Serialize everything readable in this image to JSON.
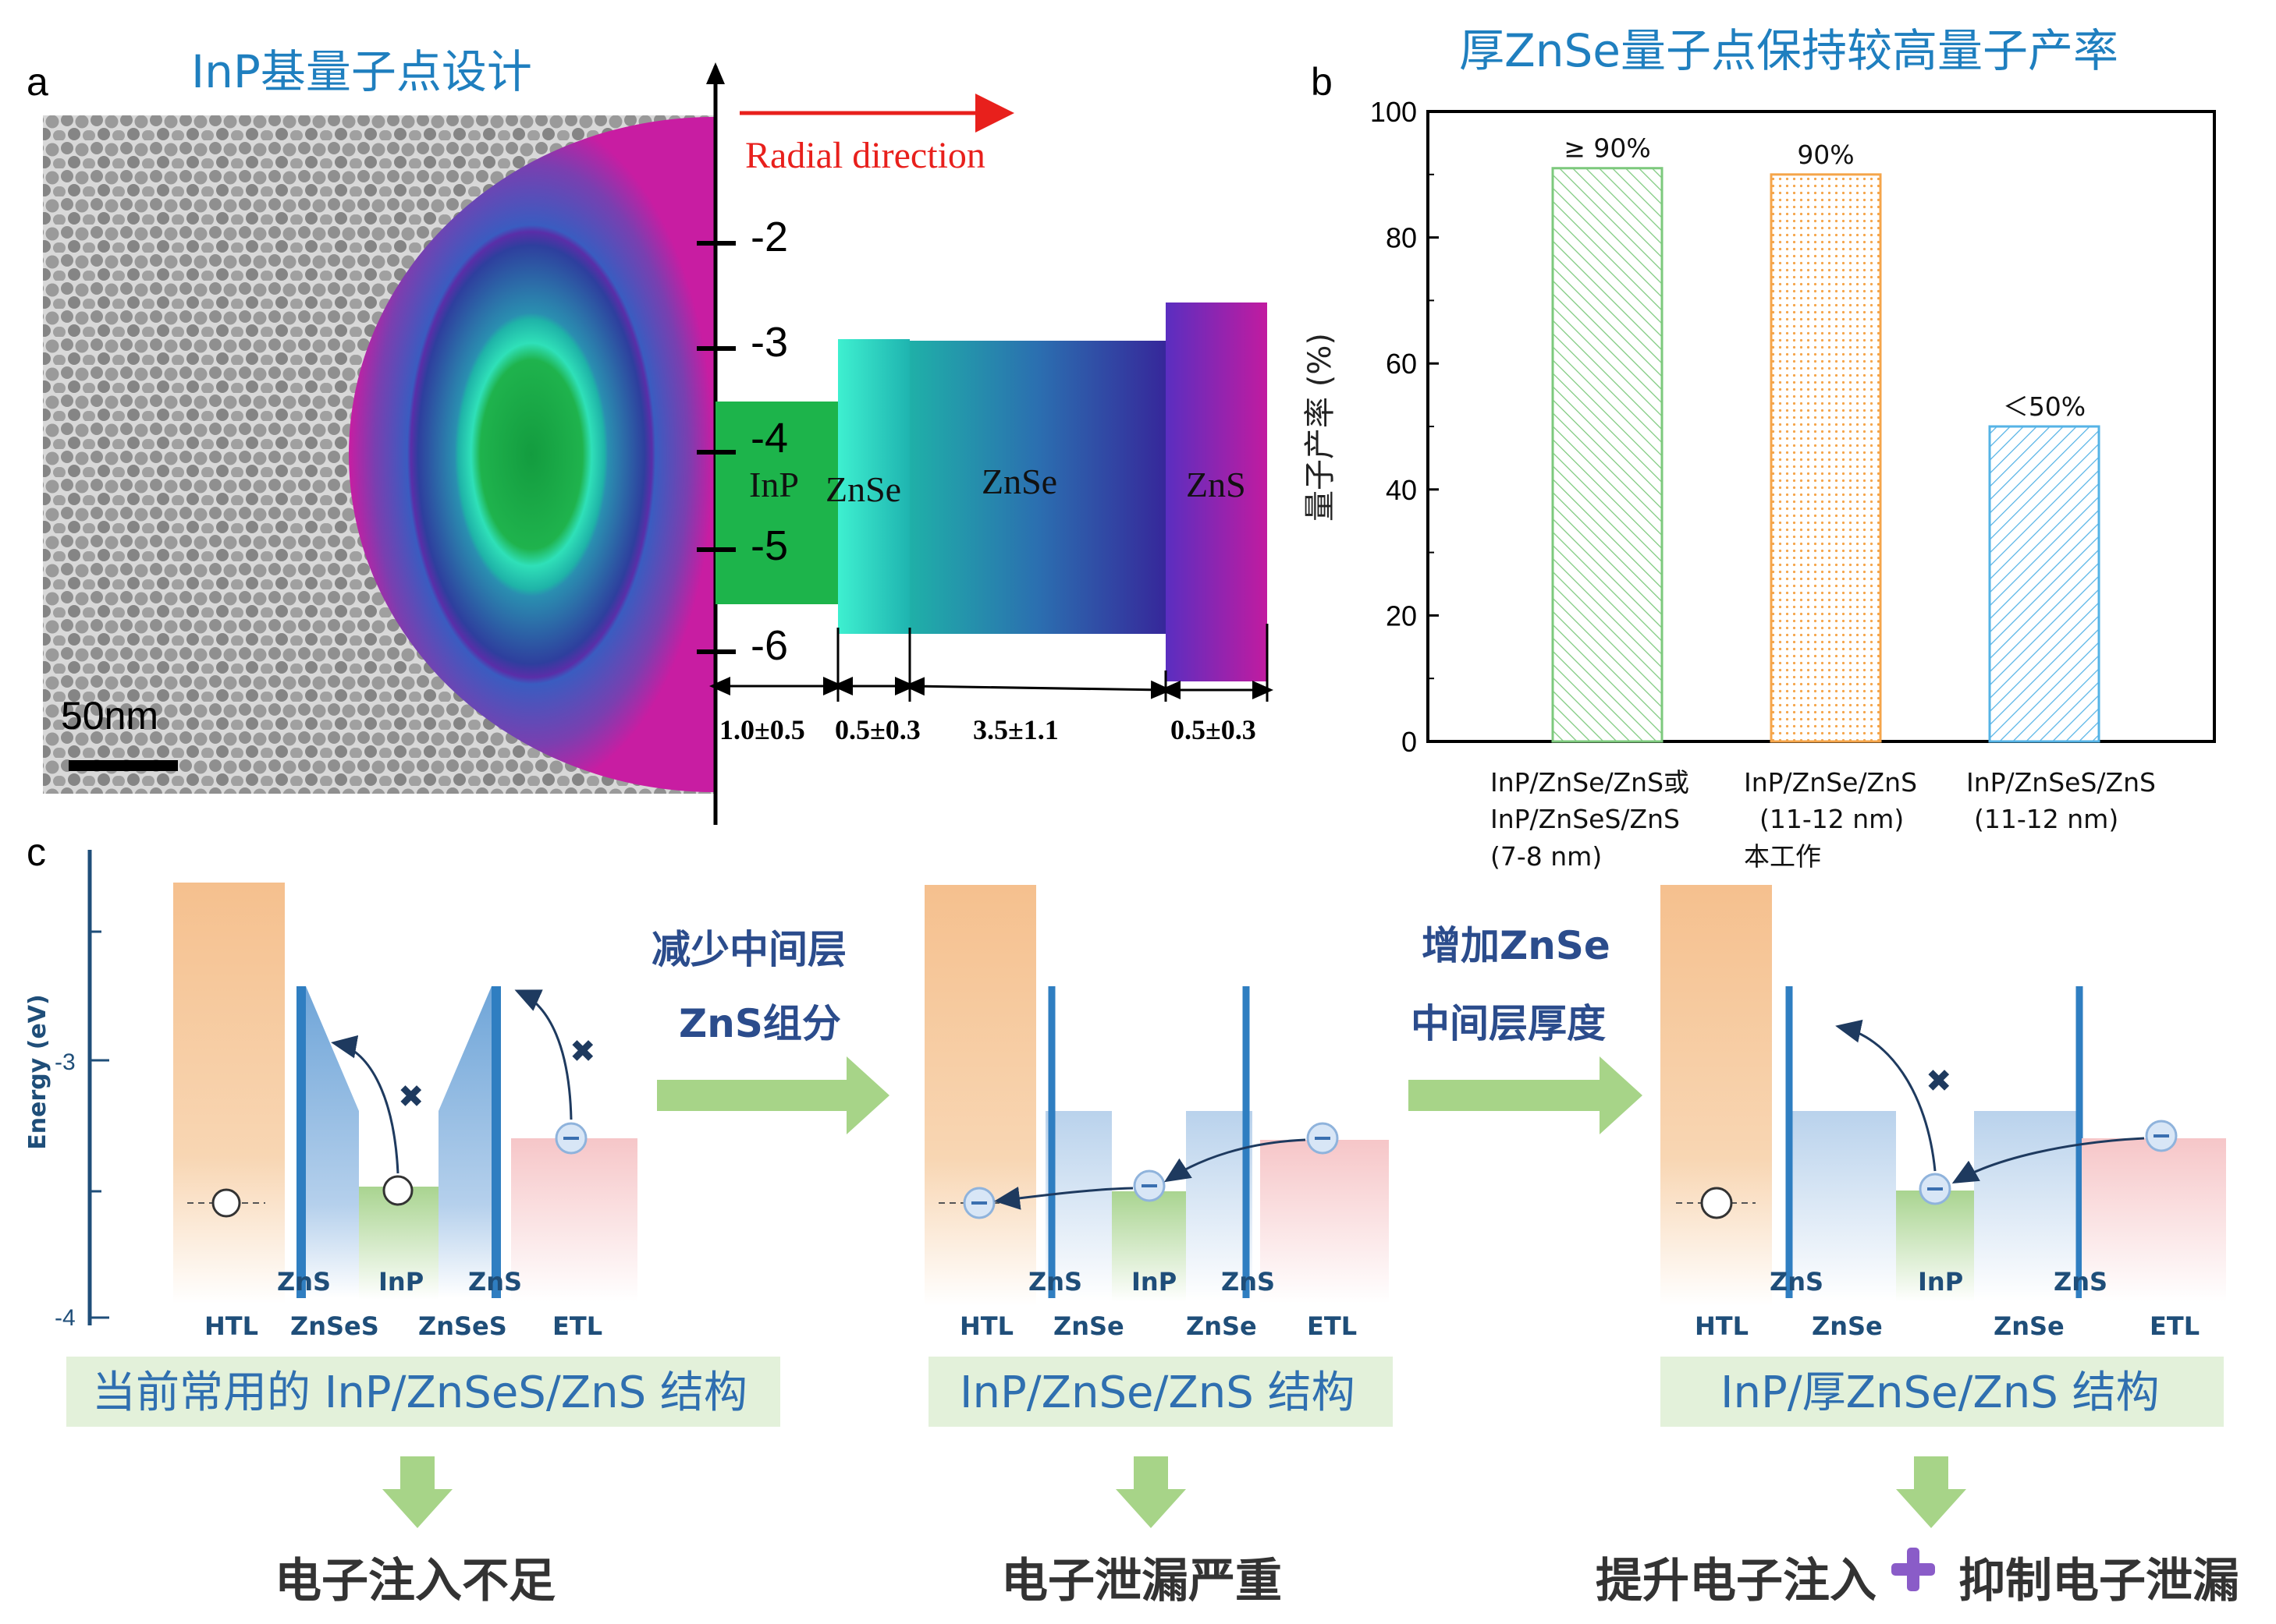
{
  "panel_a": {
    "letter": "a",
    "title": "InP基量子点设计",
    "radial_label": "Radial direction",
    "axis_ticks": [
      "-2",
      "-3",
      "-4",
      "-5",
      "-6"
    ],
    "layers": [
      "InP",
      "ZnSe",
      "ZnSe",
      "ZnS"
    ],
    "thickness": [
      "1.0±0.5",
      "0.5±0.3",
      "3.5±1.1",
      "0.5±0.3"
    ],
    "scale_bar": "50nm"
  },
  "panel_b": {
    "letter": "b",
    "title": "厚ZnSe量子点保持较高量子产率",
    "ylabel": "量子产率 (%)",
    "categories": [
      [
        "InP/ZnSe/ZnS或",
        "InP/ZnSeS/ZnS",
        "(7-8 nm)"
      ],
      [
        "InP/ZnSe/ZnS",
        "(11-12 nm)",
        "本工作"
      ],
      [
        "InP/ZnSeS/ZnS",
        "(11-12 nm)"
      ]
    ],
    "bar_labels": [
      "≥ 90%",
      "90%",
      "＜50%"
    ],
    "colors": [
      "#7dc97d",
      "#f5a54a",
      "#55b3e6"
    ]
  },
  "chart_data": {
    "type": "bar",
    "categories": [
      "InP/ZnSe/ZnS或 InP/ZnSeS/ZnS (7-8 nm)",
      "InP/ZnSe/ZnS (11-12 nm) 本工作",
      "InP/ZnSeS/ZnS (11-12 nm)"
    ],
    "values": [
      91,
      90,
      50
    ],
    "title": "厚ZnSe量子点保持较高量子产率",
    "xlabel": "",
    "ylabel": "量子产率 (%)",
    "ylim": [
      0,
      100
    ],
    "yticks": [
      "0",
      "20",
      "40",
      "60",
      "80",
      "100"
    ]
  },
  "panel_c": {
    "letter": "c",
    "energy_label": "Energy (eV)",
    "energy_ticks": [
      "-3",
      "-4"
    ],
    "diagrams": [
      {
        "labels_top": [
          "ZnS",
          "InP",
          "ZnS"
        ],
        "labels_bottom": [
          "HTL",
          "ZnSeS",
          "ZnSeS",
          "ETL"
        ],
        "structure": "当前常用的 InP/ZnSeS/ZnS 结构",
        "conclusion": "电子注入不足"
      },
      {
        "labels_top": [
          "ZnS",
          "InP",
          "ZnS"
        ],
        "labels_bottom": [
          "HTL",
          "ZnSe",
          "ZnSe",
          "ETL"
        ],
        "structure": "InP/ZnSe/ZnS 结构",
        "conclusion": "电子泄漏严重"
      },
      {
        "labels_top": [
          "ZnS",
          "InP",
          "ZnS"
        ],
        "labels_bottom": [
          "HTL",
          "ZnSe",
          "ZnSe",
          "ETL"
        ],
        "structure": "InP/厚ZnSe/ZnS 结构",
        "conclusion_a": "提升电子注入",
        "conclusion_b": "抑制电子泄漏"
      }
    ],
    "step1": [
      "减少中间层",
      "ZnS组分"
    ],
    "step2": [
      "增加ZnSe",
      "中间层厚度"
    ]
  }
}
